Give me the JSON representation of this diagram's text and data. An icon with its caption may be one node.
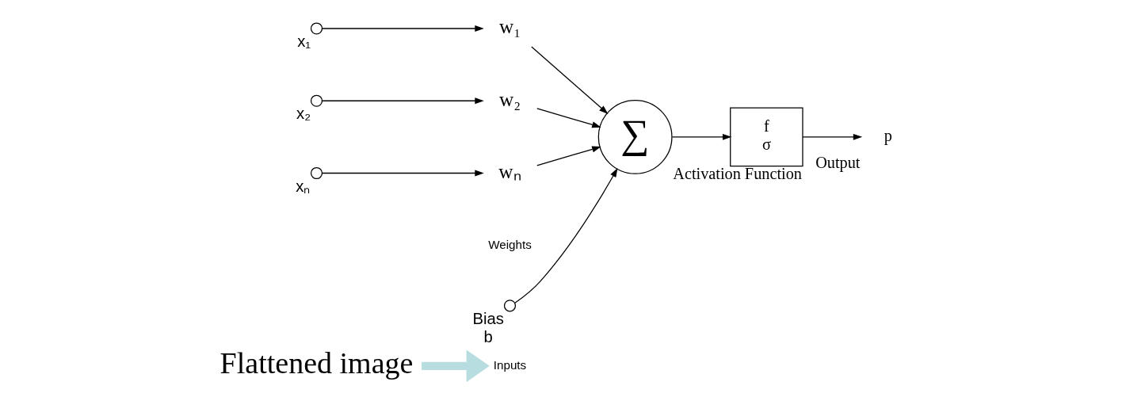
{
  "diagram": {
    "nodes": [
      {
        "text": [
          "Flattened image"
        ]
      },
      {
        "text": [
          "Inputs"
        ]
      },
      {
        "text": [],
        "shape": "circle",
        "beside": [
          "x₁"
        ]
      },
      {
        "text": [],
        "shape": "circle",
        "beside": [
          "x₂"
        ]
      },
      {
        "text": [],
        "shape": "circle",
        "beside": [
          "xₙ"
        ]
      },
      {
        "text": [
          "w₁"
        ]
      },
      {
        "text": [
          "w₂"
        ]
      },
      {
        "text": [
          "wₙ"
        ]
      },
      {
        "text": [],
        "shape": "circle",
        "beside": [
          "Bias",
          "b"
        ]
      },
      {
        "text": [
          "∑"
        ]
      },
      {
        "text": [
          "f",
          "σ"
        ],
        "beside": [
          "Activation Function"
        ]
      },
      {
        "text": [
          "p"
        ],
        "beside": [
          "Output"
        ]
      }
    ],
    "edges": [
      {
        "from": 0,
        "to": 1,
        "arrow": "to",
        "style": "thick",
        "color": "#b7dde0"
      },
      {
        "from": 2,
        "to": 5,
        "arrow": "to"
      },
      {
        "from": 3,
        "to": 6,
        "arrow": "to"
      },
      {
        "from": 4,
        "to": 7,
        "arrow": "to"
      },
      {
        "from": 5,
        "to": 9,
        "arrow": "to"
      },
      {
        "from": 6,
        "to": 9,
        "arrow": "to"
      },
      {
        "from": 7,
        "to": 9,
        "arrow": "to"
      },
      {
        "from": 8,
        "to": 9,
        "arrow": "to"
      },
      {
        "from": 9,
        "to": 10,
        "arrow": "to"
      },
      {
        "from": 10,
        "to": 11,
        "arrow": "to"
      }
    ],
    "labels": [
      "Weights"
    ]
  }
}
